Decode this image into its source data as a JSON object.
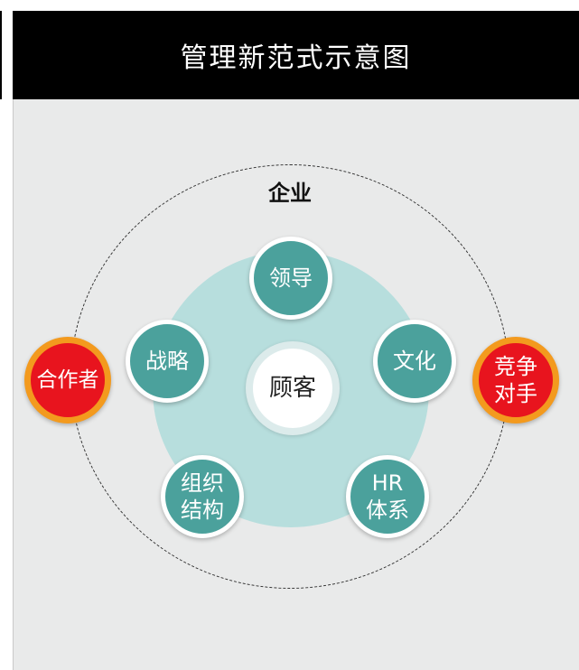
{
  "title": "管理新范式示意图",
  "colors": {
    "header_bg": "#000000",
    "panel_bg": "#e9eaea",
    "inner_disc": "#b7dedd",
    "teal_node": "#4ba19c",
    "red_node": "#e8141e",
    "orange_ring": "#f39a1e"
  },
  "diagram": {
    "outer_label": "企业",
    "center": "顾客",
    "nodes": {
      "leadership": "领导",
      "culture": "文化",
      "hr_system": "HR\n体系",
      "org_structure": "组织\n结构",
      "strategy": "战略"
    },
    "partners": "合作者",
    "competitors": "竞争\n对手"
  }
}
